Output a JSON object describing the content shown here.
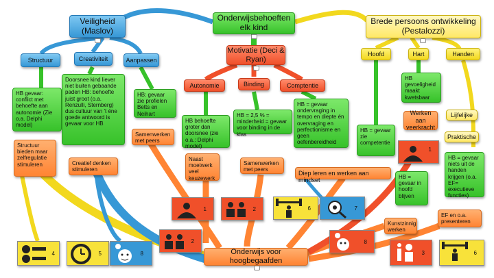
{
  "center": "Onderwijs voor hoogbegaafden",
  "top": {
    "needs": "Onderwijsbehoeften elk kind",
    "safety": "Veiligheid (Maslov)",
    "broad": "Brede persoons ontwikkeling (Pestalozzi)",
    "motivation": "Motivatie (Deci & Ryan)"
  },
  "safety_children": {
    "structuur": "Structuur",
    "creativiteit": "Creativiteit",
    "aanpassen": "Aanpassen"
  },
  "motivation_children": {
    "autonomie": "Autonomie",
    "binding": "Binding",
    "competentie": "Comptentie"
  },
  "broad_children": {
    "hoofd": "Hoofd",
    "hart": "Hart",
    "handen": "Handen"
  },
  "texts": {
    "structuur_gevaar": "HB gevaar: conflict met behoefte aan autonomie (Zie o.a. Delphi model)",
    "creativiteit_gevaar": "Doorsnee kind liever niet buiten gebaande paden HB: behoefte juist groot (o.a. Renzulli, Sternberg) dus cultuur van 't éne goede antwoord is gevaar voor HB",
    "aanpassen_gevaar": "HB: gevaar zie profielen Betts en Neihart",
    "autonomie_hb": "HB behoefte groter dan doorsnee (zie o.a.: Delphi model)",
    "binding_hb": "HB = 2,5 % = minderheid = gevaar voor binding in de klas",
    "competentie_hb": "HB = gevaar ondervraging in tempo en diepte én overvraging en perfectionisme en geen oefenbereidheid",
    "hoofd_hb": "HB = gevaar zie competentie",
    "hart_hb": "HB gevoeligheid maakt kwetsbaar",
    "veerkracht": "Werken aan veerkracht",
    "lijfelijke": "Lijfelijke",
    "praktische": "Praktische",
    "handen_hb": "HB = gevaar niets uit de handen krijgen (o.a. EF= executieve functies)",
    "hoofd_blijven": "HB = gevaar in hoofd blijven",
    "samenwerken1": "Samenwerken met peers",
    "naast_moetwerk": "Naast moetwerk veel keuzewerk",
    "samenwerken2": "Samenwerken met peers",
    "diep_leren": "Diep leren en werken aan mindset",
    "structuur_bieden": "Structuur bieden maar zelfregulatie stimuleren",
    "creatief_denken": "Creatief denken stimuleren",
    "kunstzinnig": "Kunstzinnig werken",
    "ef_presenteren": "EF en o.a. presenteren"
  },
  "icon_numbers": {
    "i_structuur": "4",
    "i_creatief_clock": "5",
    "i_creatief_think": "8",
    "i_autonomie": "1",
    "i_samenwerken1": "2",
    "i_samenwerken2": "2",
    "i_weights": "6",
    "i_eye": "7",
    "i_kunst": "8",
    "i_veerkracht": "1",
    "i_hoofd": "3",
    "i_ef": "6"
  },
  "icon_names": [
    "list-icon",
    "clock-icon",
    "thinking-face-icon",
    "steering-wheel-icon",
    "two-people-icon",
    "weightlifter-icon",
    "magnifier-eye-icon",
    "info-person-icon"
  ],
  "colors": {
    "green": "#37c22a",
    "blue": "#3798d6",
    "red": "#f0502a",
    "orange": "#ff8433",
    "yellow": "#f2d81e"
  }
}
